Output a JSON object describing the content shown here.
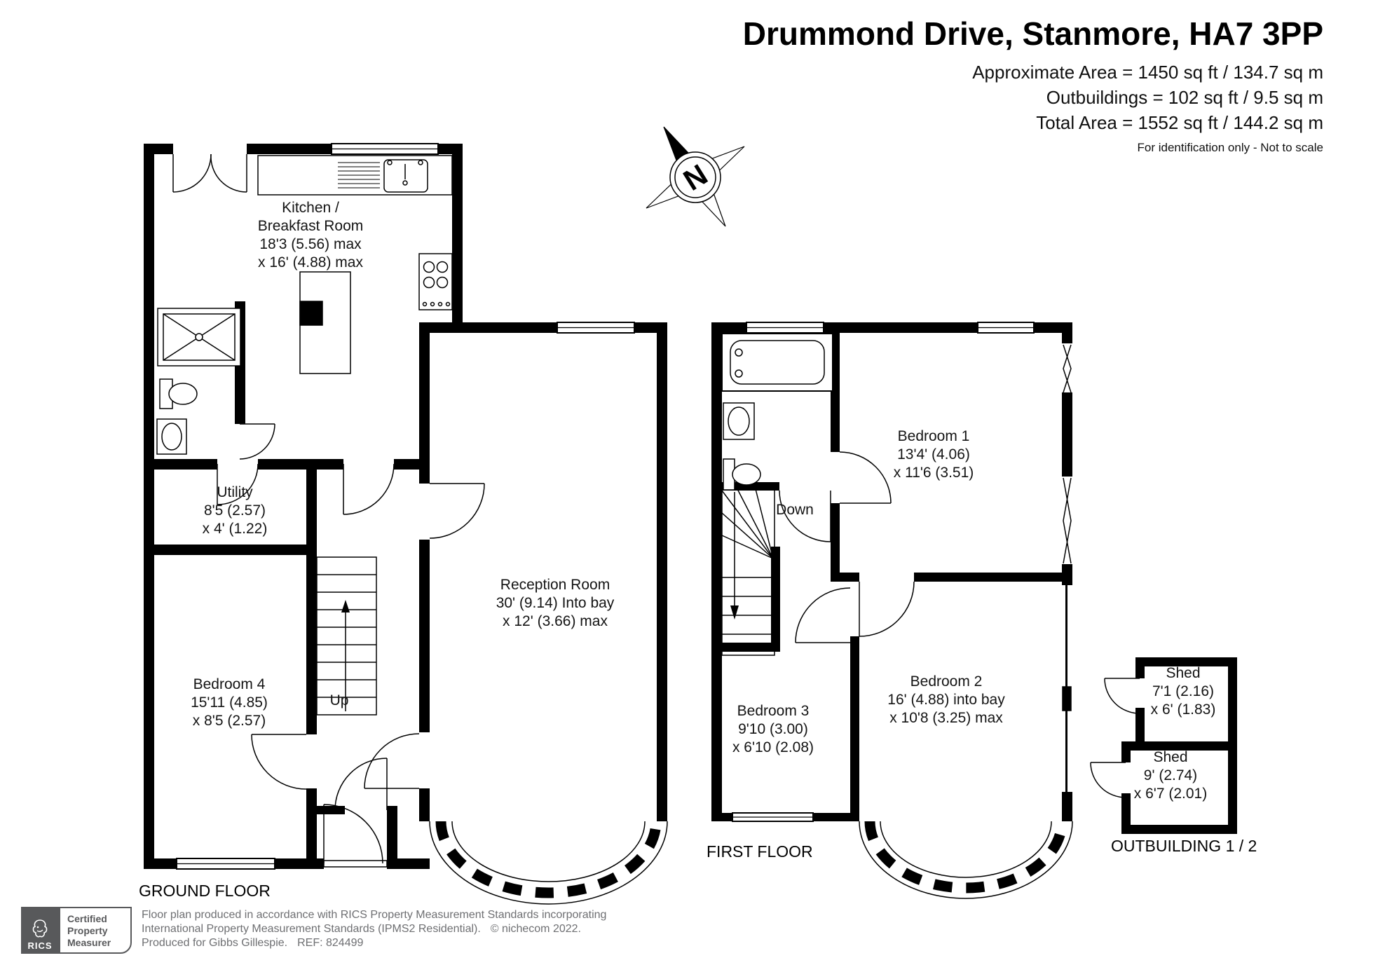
{
  "header": {
    "title": "Drummond Drive, Stanmore, HA7 3PP",
    "area_lines": {
      "approx": "Approximate Area = 1450 sq ft / 134.7 sq m",
      "outbuildings": "Outbuildings = 102 sq ft / 9.5 sq m",
      "total": "Total Area = 1552 sq ft / 144.2 sq m"
    },
    "disclaimer": "For identification only - Not to scale"
  },
  "compass": {
    "north": "N"
  },
  "ground_floor": {
    "label": "GROUND FLOOR",
    "kitchen": {
      "line1": "Kitchen /",
      "line2": "Breakfast Room",
      "line3": "18'3 (5.56) max",
      "line4": "x 16' (4.88) max"
    },
    "utility": {
      "line1": "Utility",
      "line2": "8'5 (2.57)",
      "line3": "x 4' (1.22)"
    },
    "bedroom4": {
      "line1": "Bedroom 4",
      "line2": "15'11 (4.85)",
      "line3": "x 8'5 (2.57)"
    },
    "reception": {
      "line1": "Reception Room",
      "line2": "30' (9.14) Into bay",
      "line3": "x 12' (3.66) max"
    },
    "stairs": "Up"
  },
  "first_floor": {
    "label": "FIRST FLOOR",
    "bedroom1": {
      "line1": "Bedroom 1",
      "line2": "13'4' (4.06)",
      "line3": "x 11'6 (3.51)"
    },
    "bedroom2": {
      "line1": "Bedroom 2",
      "line2": "16' (4.88) into bay",
      "line3": "x 10'8 (3.25) max"
    },
    "bedroom3": {
      "line1": "Bedroom 3",
      "line2": "9'10 (3.00)",
      "line3": "x 6'10 (2.08)"
    },
    "stairs": "Down"
  },
  "outbuilding": {
    "label": "OUTBUILDING 1 / 2",
    "shed1": {
      "line1": "Shed",
      "line2": "7'1 (2.16)",
      "line3": "x 6' (1.83)"
    },
    "shed2": {
      "line1": "Shed",
      "line2": "9' (2.74)",
      "line3": "x 6'7 (2.01)"
    }
  },
  "footer": {
    "rics": "RICS",
    "badge": {
      "line1": "Certified",
      "line2": "Property",
      "line3": "Measurer"
    },
    "line1": "Floor plan produced in accordance with RICS Property Measurement Standards incorporating",
    "line2": "International Property Measurement Standards (IPMS2 Residential).",
    "line2_copyright": "© nichecom 2022.",
    "line3": "Produced for Gibbs Gillespie.",
    "line3_ref": "REF: 824499"
  },
  "colors": {
    "wall": "#000000",
    "footer_gray": "#6e6f72",
    "rics_bg": "#58595b"
  }
}
